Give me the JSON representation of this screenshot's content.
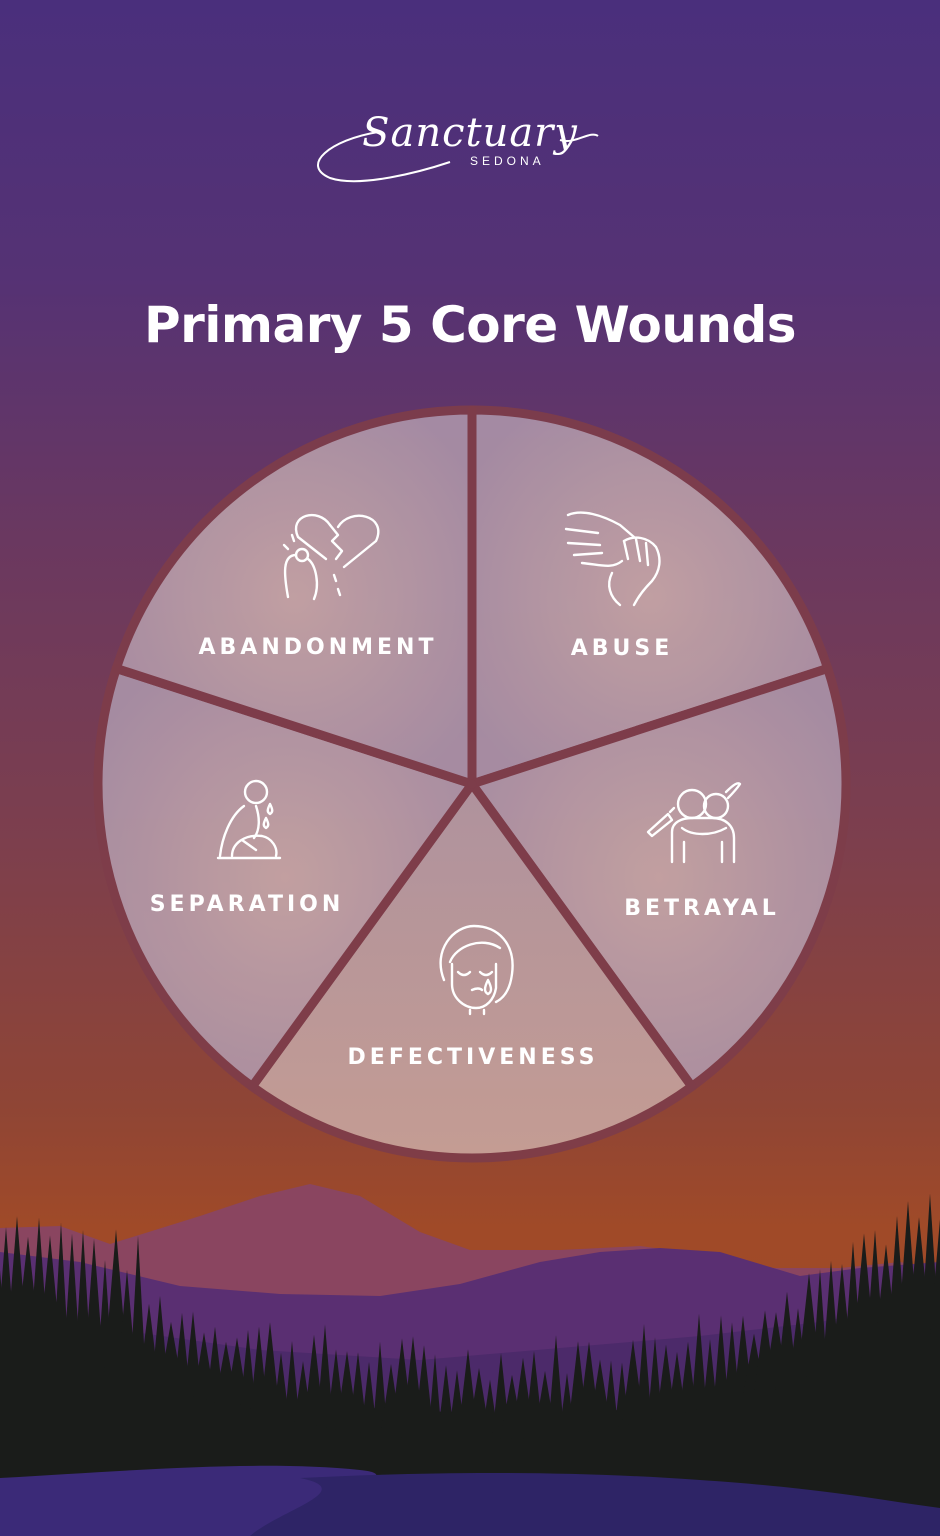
{
  "brand": {
    "name": "Sanctuary",
    "location": "SEDONA"
  },
  "title": "Primary 5 Core Wounds",
  "wounds": [
    {
      "label": "ABANDONMENT",
      "icon": "broken-heart-crying-icon"
    },
    {
      "label": "ABUSE",
      "icon": "hand-grabbing-wrist-icon"
    },
    {
      "label": "BETRAYAL",
      "icon": "hug-with-knife-icon"
    },
    {
      "label": "DEFECTIVENESS",
      "icon": "sad-face-tear-icon"
    },
    {
      "label": "SEPARATION",
      "icon": "person-alone-crying-icon"
    }
  ],
  "colors": {
    "sky_top": "#4a2f7c",
    "sky_bottom": "#a04a28",
    "wheel_fill": "#b9a1b0",
    "wheel_divider": "#7e3d4a",
    "trees": "#1a1c1a",
    "mountains": "#5b2f6e"
  }
}
